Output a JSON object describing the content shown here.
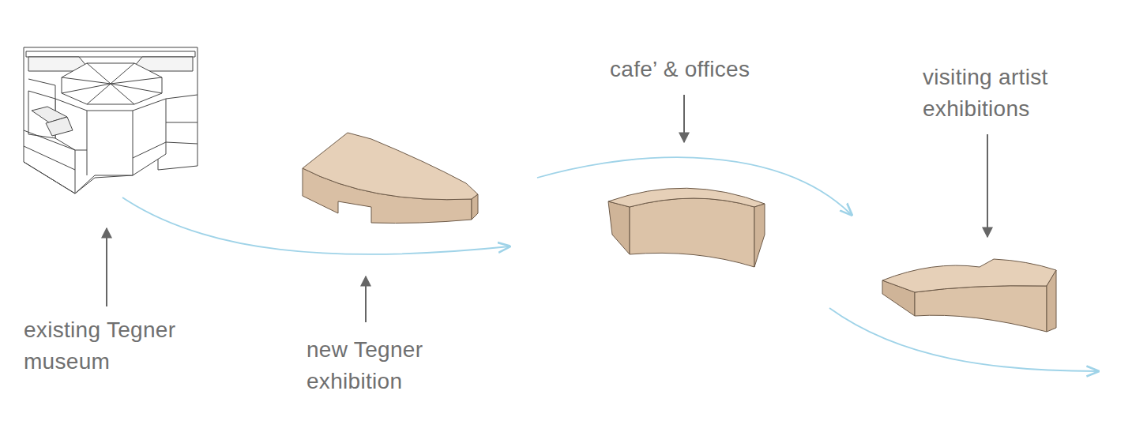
{
  "diagram": {
    "labels": [
      "existing Tegner museum",
      "new Tegner exhibition",
      "cafe’ & offices",
      "visiting artist exhibitions"
    ]
  }
}
